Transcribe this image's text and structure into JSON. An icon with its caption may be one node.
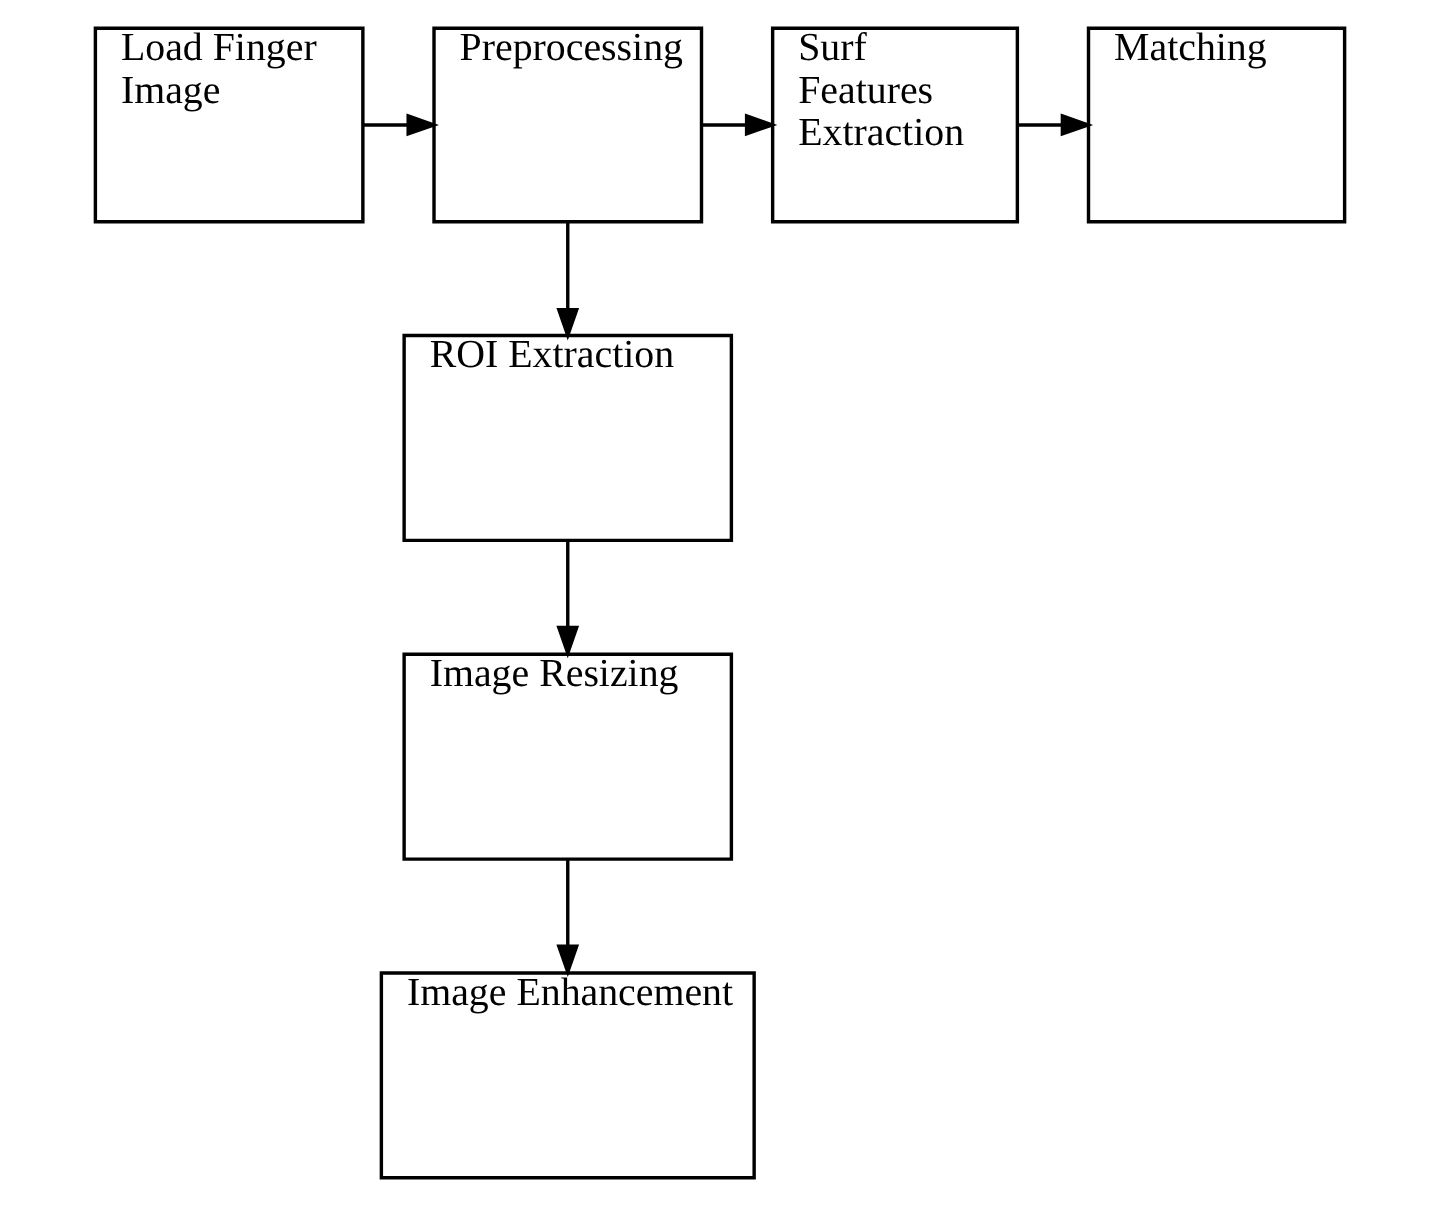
{
  "diagram": {
    "nodes": [
      {
        "text": [
          "Load Finger Image"
        ]
      },
      {
        "text": [
          "Preprocessing"
        ]
      },
      {
        "text": [
          "Surf Features Extraction"
        ]
      },
      {
        "text": [
          "Matching"
        ]
      },
      {
        "text": [
          "ROI Extraction"
        ]
      },
      {
        "text": [
          "Image Resizing"
        ]
      },
      {
        "text": [
          "Image Enhancement"
        ]
      }
    ],
    "edges": [
      {
        "from": 0,
        "to": 1,
        "arrow": "to"
      },
      {
        "from": 1,
        "to": 2,
        "arrow": "to"
      },
      {
        "from": 2,
        "to": 3,
        "arrow": "to"
      },
      {
        "from": 1,
        "to": 4,
        "arrow": "to"
      },
      {
        "from": 4,
        "to": 5,
        "arrow": "to"
      },
      {
        "from": 5,
        "to": 6,
        "arrow": "to"
      }
    ]
  }
}
